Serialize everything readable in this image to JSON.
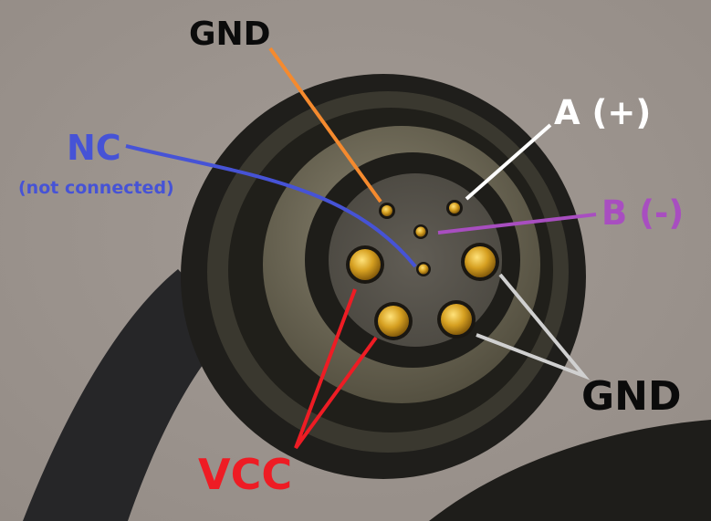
{
  "diagram": {
    "subject": "Circular connector pinout",
    "labels": {
      "gnd_top": "GND",
      "nc": "NC",
      "nc_note": "(not connected)",
      "a_plus": "A (+)",
      "b_minus": "B (-)",
      "gnd_right": "GND",
      "vcc": "VCC"
    },
    "pins": [
      {
        "id": "small-top-left",
        "signal": "GND"
      },
      {
        "id": "small-top-right",
        "signal": "A (+)"
      },
      {
        "id": "small-center-top",
        "signal": "B (-)"
      },
      {
        "id": "small-center",
        "signal": "NC"
      },
      {
        "id": "large-left",
        "signal": "VCC"
      },
      {
        "id": "large-bottom-left",
        "signal": "VCC"
      },
      {
        "id": "large-right",
        "signal": "GND"
      },
      {
        "id": "large-bottom-right",
        "signal": "GND"
      }
    ],
    "colors": {
      "gnd_top_line": "#f58a2e",
      "nc": "#4653d6",
      "a_plus": "#ffffff",
      "b_minus": "#a84ec0",
      "gnd_right_line": "#d0d0d0",
      "vcc": "#ee1c24",
      "text_dark": "#0b0b0b",
      "background": "#9c948e"
    }
  }
}
